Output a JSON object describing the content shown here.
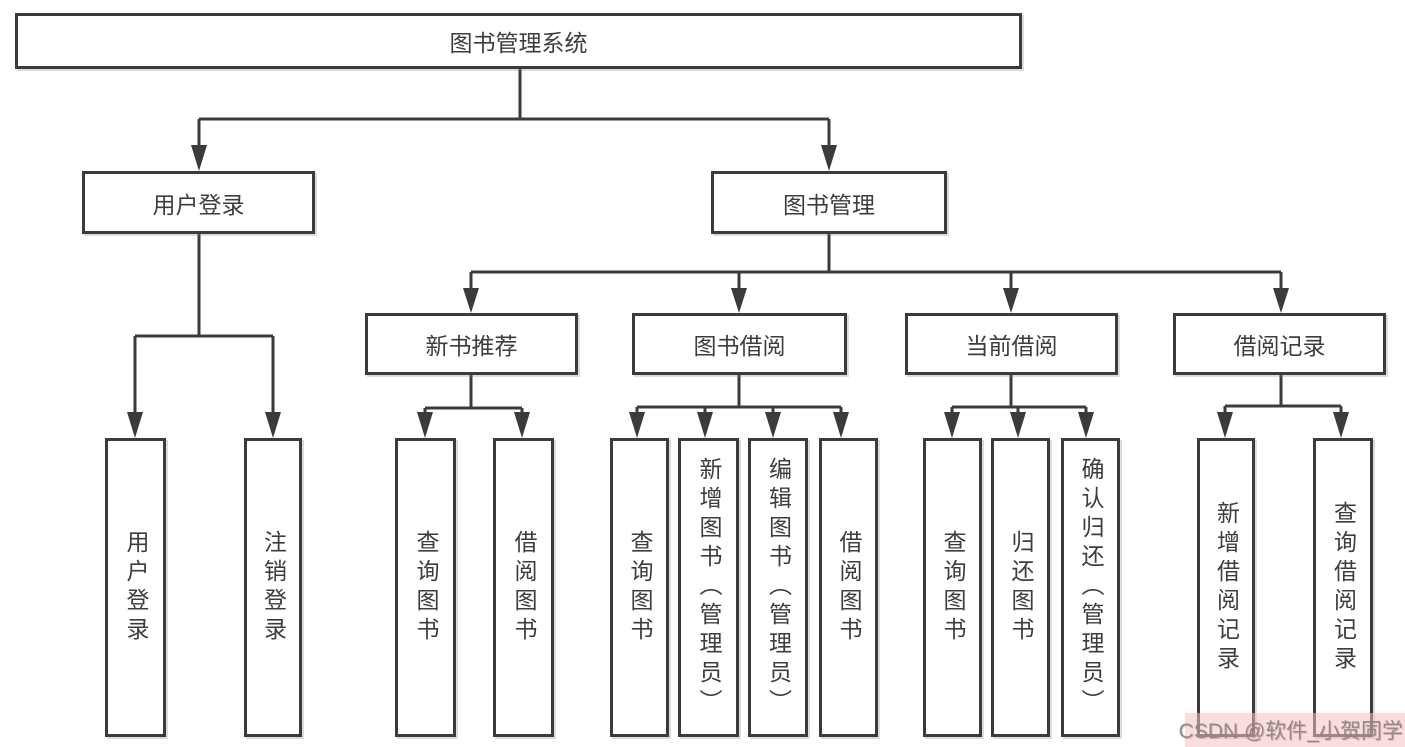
{
  "diagram": {
    "title": "图书管理系统",
    "level2": [
      "用户登录",
      "图书管理"
    ],
    "level3": [
      "新书推荐",
      "图书借阅",
      "当前借阅",
      "借阅记录"
    ],
    "leaves": [
      "用户登录",
      "注销登录",
      "查询图书",
      "借阅图书",
      "查询图书",
      "新增图书（管理员）",
      "编辑图书（管理员）",
      "借阅图书",
      "查询图书",
      "归还图书",
      "确认归还（管理员）",
      "新增借阅记录",
      "查询借阅记录"
    ]
  },
  "watermark": {
    "text": "CSDN @软件_小贺同学"
  },
  "colors": {
    "line": "#3B3B3B",
    "box_border": "#3B3B3B",
    "text": "#3D3D3D",
    "watermark_text": "#8C8C8C",
    "watermark_bg": "#F5C2C28C"
  }
}
